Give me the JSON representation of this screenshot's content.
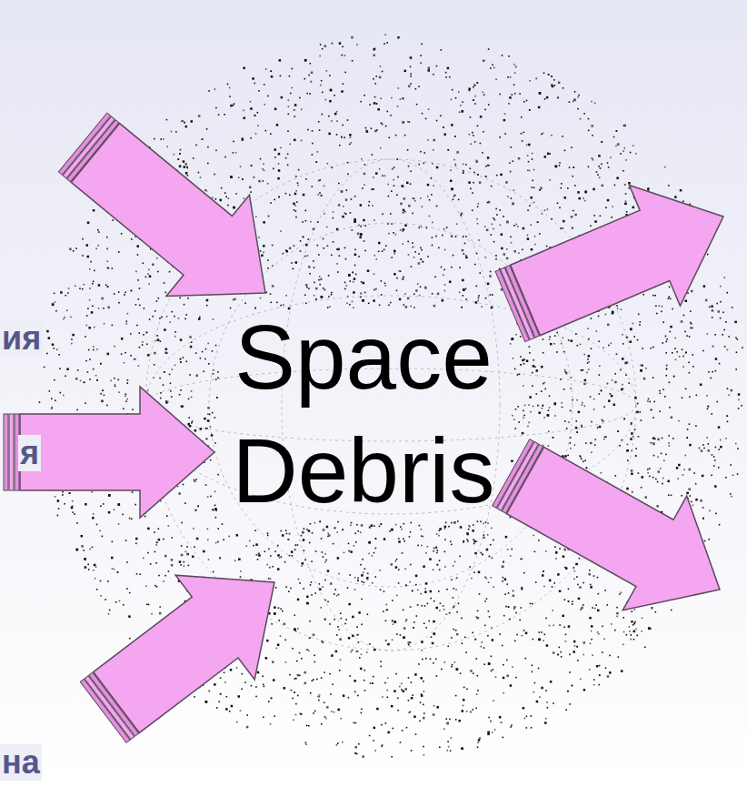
{
  "diagram": {
    "nodes": [
      {
        "text": [
          "Space Debris"
        ]
      }
    ],
    "labels": [
      "ия",
      "я",
      "на"
    ]
  }
}
